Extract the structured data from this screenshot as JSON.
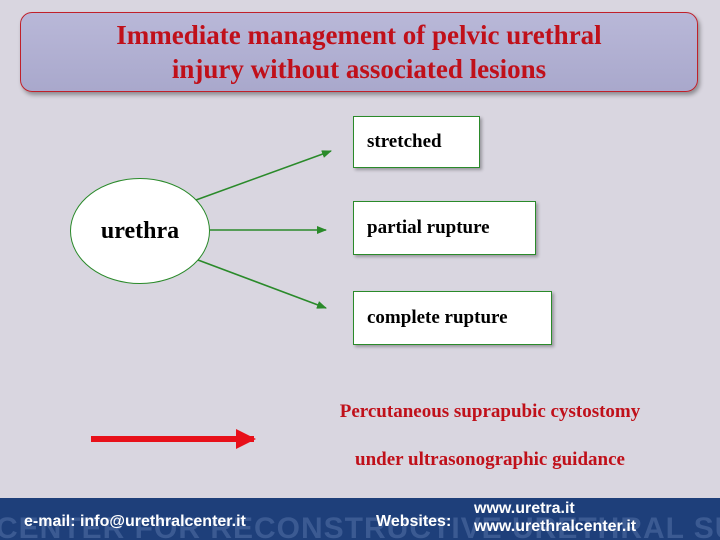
{
  "title": {
    "line1": "Immediate management of pelvic urethral",
    "line2": "injury without associated lesions"
  },
  "diagram": {
    "source": "urethra",
    "targets": [
      "stretched",
      "partial rupture",
      "complete rupture"
    ]
  },
  "conclusion": {
    "line1": "Percutaneous suprapubic cystostomy",
    "line2": "under ultrasonographic guidance"
  },
  "footer": {
    "watermark": "CENTER FOR RECONSTRUCTIVE URETHRAL SURGERY",
    "email": "e-mail: info@urethralcenter.it",
    "websites_label": "Websites:",
    "website_1": "www.uretra.it",
    "website_2": "www.urethralcenter.it"
  },
  "colors": {
    "title_text": "#c0101a",
    "connector": "#2a8a2a",
    "big_arrow": "#e8101a",
    "footer_bg": "#1e3f7a"
  }
}
